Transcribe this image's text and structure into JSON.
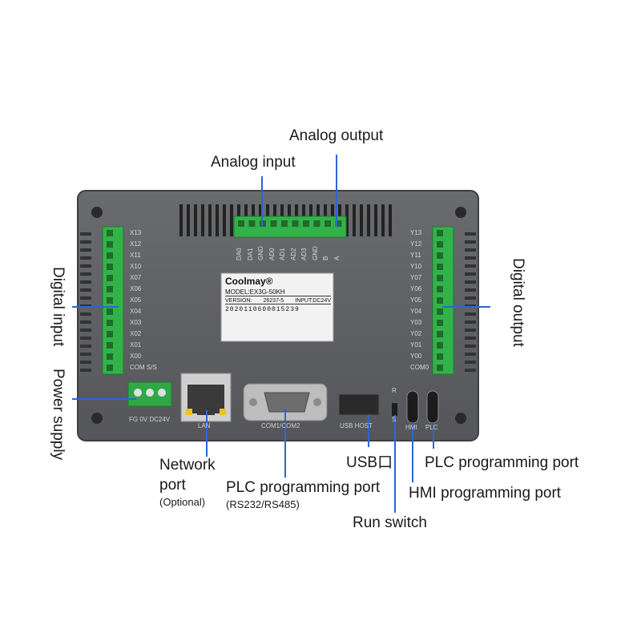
{
  "callouts": {
    "analog_output": "Analog output",
    "analog_input": "Analog input",
    "digital_input": "Digital input",
    "power_supply": "Power supply",
    "digital_output": "Digital output",
    "network_port": "Network",
    "network_port_2": "port",
    "network_optional": "(Optional)",
    "plc_prog_port_com": "PLC programming port",
    "plc_prog_port_com_sub": "(RS232/RS485)",
    "usb": "USB口",
    "run_switch": "Run switch",
    "plc_prog_port_usb": "PLC programming port",
    "hmi_prog_port": "HMI programming port"
  },
  "device": {
    "brand": "Coolmay®",
    "model": "MODEL:EX3G-50KH",
    "version": "VERSION:",
    "version_val": "26237-5",
    "input": "INPUT:DC24V",
    "serial": "2020110600015239",
    "left_terminals": [
      "X13",
      "X12",
      "X11",
      "X10",
      "X07",
      "X06",
      "X05",
      "X04",
      "X03",
      "X02",
      "X01",
      "X00",
      "COM S/S"
    ],
    "right_terminals": [
      "Y13",
      "Y12",
      "Y11",
      "Y10",
      "Y07",
      "Y06",
      "Y05",
      "Y04",
      "Y03",
      "Y02",
      "Y01",
      "Y00",
      "COM0"
    ],
    "top_terminals": [
      "DA0",
      "DA1",
      "GND",
      "AD0",
      "AD1",
      "AD2",
      "AD3",
      "GND",
      "B",
      "A"
    ],
    "power_labels": "FG  0V  DC24V",
    "lan": "LAN",
    "com": "COM1/COM2",
    "usb_host": "USB HOST",
    "switch_r": "R",
    "switch_s": "S",
    "hmi": "HMI",
    "plc": "PLC"
  }
}
